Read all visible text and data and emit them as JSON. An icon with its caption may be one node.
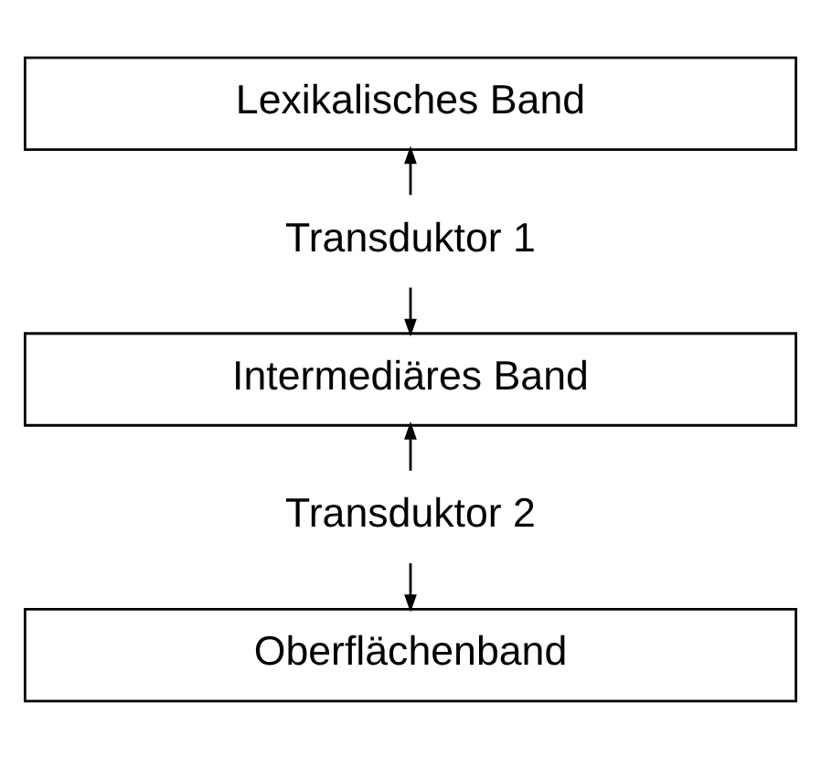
{
  "diagram": {
    "nodes": [
      {
        "text": [
          "Lexikalisches Band"
        ]
      },
      {
        "text": [
          "Transduktor 1"
        ]
      },
      {
        "text": [
          "Intermediäres Band"
        ]
      },
      {
        "text": [
          "Transduktor 2"
        ]
      },
      {
        "text": [
          "Oberflächenband"
        ]
      }
    ],
    "edges": [
      {
        "from": 1,
        "to": 0,
        "arrow": "to"
      },
      {
        "from": 1,
        "to": 2,
        "arrow": "to"
      },
      {
        "from": 3,
        "to": 2,
        "arrow": "to"
      },
      {
        "from": 3,
        "to": 4,
        "arrow": "to"
      }
    ]
  }
}
